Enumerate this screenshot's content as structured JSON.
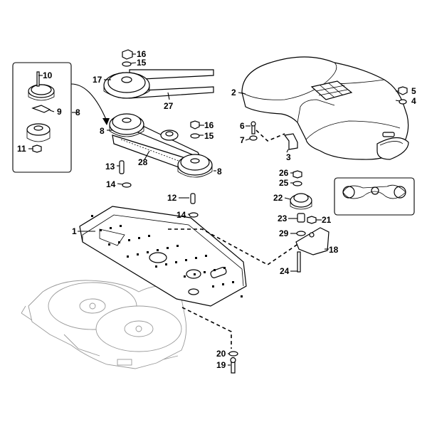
{
  "callouts": [
    {
      "id": "c1",
      "text": "1"
    },
    {
      "id": "c2",
      "text": "2"
    },
    {
      "id": "c3",
      "text": "3"
    },
    {
      "id": "c4",
      "text": "4"
    },
    {
      "id": "c5",
      "text": "5"
    },
    {
      "id": "c6",
      "text": "6"
    },
    {
      "id": "c7",
      "text": "7"
    },
    {
      "id": "c8a",
      "text": "8"
    },
    {
      "id": "c8b",
      "text": "8"
    },
    {
      "id": "c8c",
      "text": "8"
    },
    {
      "id": "c9",
      "text": "9"
    },
    {
      "id": "c10",
      "text": "10"
    },
    {
      "id": "c11",
      "text": "11"
    },
    {
      "id": "c12",
      "text": "12"
    },
    {
      "id": "c13",
      "text": "13"
    },
    {
      "id": "c14a",
      "text": "14"
    },
    {
      "id": "c14b",
      "text": "14"
    },
    {
      "id": "c15a",
      "text": "15"
    },
    {
      "id": "c15b",
      "text": "15"
    },
    {
      "id": "c16a",
      "text": "16"
    },
    {
      "id": "c16b",
      "text": "16"
    },
    {
      "id": "c17",
      "text": "17"
    },
    {
      "id": "c18",
      "text": "18"
    },
    {
      "id": "c19",
      "text": "19"
    },
    {
      "id": "c20",
      "text": "20"
    },
    {
      "id": "c21",
      "text": "21"
    },
    {
      "id": "c22",
      "text": "22"
    },
    {
      "id": "c23",
      "text": "23"
    },
    {
      "id": "c24",
      "text": "24"
    },
    {
      "id": "c25",
      "text": "25"
    },
    {
      "id": "c26",
      "text": "26"
    },
    {
      "id": "c27",
      "text": "27"
    },
    {
      "id": "c28",
      "text": "28"
    },
    {
      "id": "c29",
      "text": "29"
    }
  ]
}
